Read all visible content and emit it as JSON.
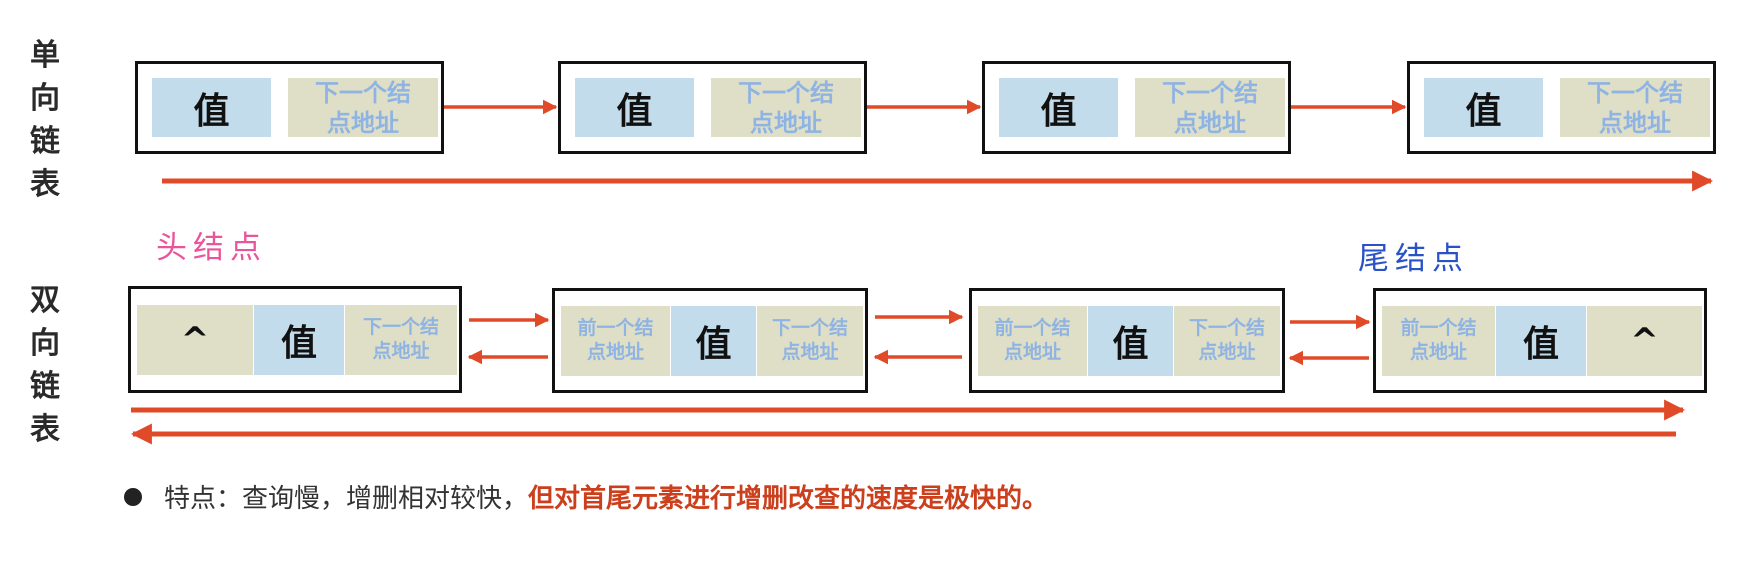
{
  "singly": {
    "label": [
      "单",
      "向",
      "链",
      "表"
    ],
    "nodes": [
      {
        "value": "值",
        "next": "下一个结点地址"
      },
      {
        "value": "值",
        "next": "下一个结点地址"
      },
      {
        "value": "值",
        "next": "下一个结点地址"
      },
      {
        "value": "值",
        "next": "下一个结点地址"
      }
    ]
  },
  "doubly": {
    "label": [
      "双",
      "向",
      "链",
      "表"
    ],
    "head_label": "头结点",
    "tail_label": "尾结点",
    "null_symbol": "^",
    "nodes": [
      {
        "prev": "^",
        "value": "值",
        "next": "下一个结点地址"
      },
      {
        "prev": "前一个结点地址",
        "value": "值",
        "next": "下一个结点地址"
      },
      {
        "prev": "前一个结点地址",
        "value": "值",
        "next": "下一个结点地址"
      },
      {
        "prev": "前一个结点地址",
        "value": "值",
        "next": "^"
      }
    ]
  },
  "note": {
    "prefix": "特点：查询慢，增删相对较快，",
    "highlight": "但对首尾元素进行增删改查的速度是极快的。"
  },
  "colors": {
    "arrow": "#e04a28",
    "value_cell": "#c3dcec",
    "pointer_cell": "#dedfc6",
    "pointer_text": "#8fb4e3",
    "head_label": "#e8559a",
    "tail_label": "#2a52c8",
    "highlight_text": "#cc3f1d"
  }
}
